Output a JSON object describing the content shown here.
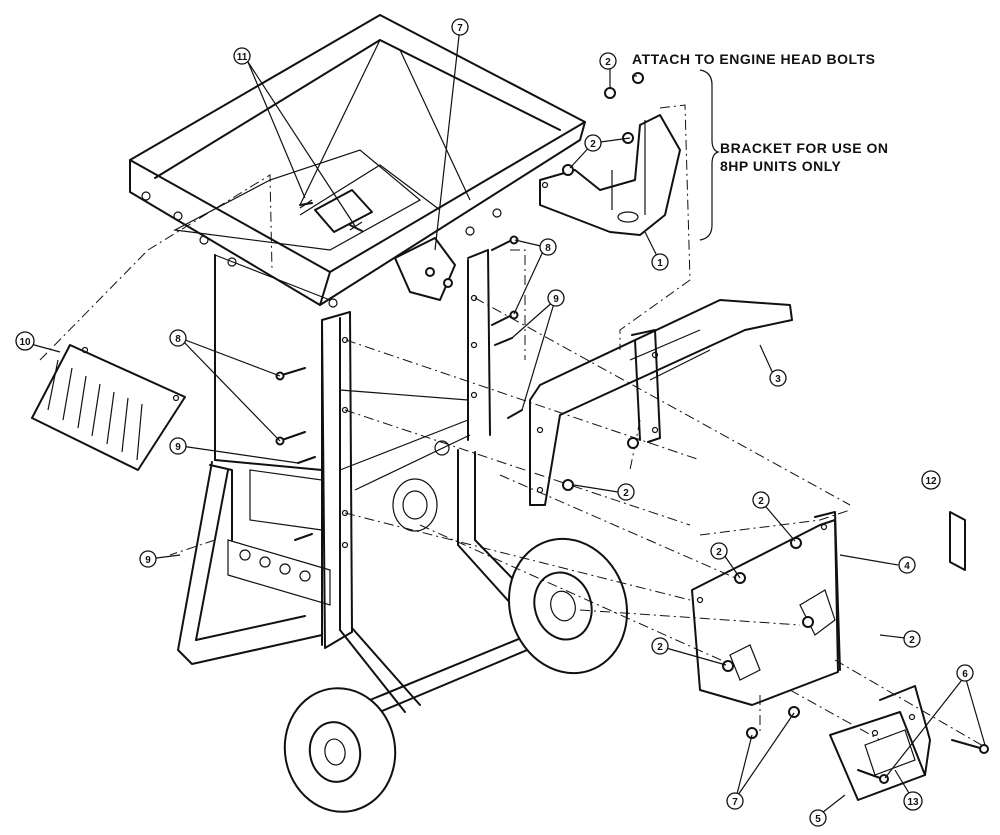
{
  "notes": {
    "attach": "ATTACH TO ENGINE HEAD BOLTS",
    "bracket_line1": "BRACKET FOR USE ON",
    "bracket_line2": "8HP UNITS ONLY"
  },
  "callouts": [
    {
      "id": "c-11",
      "label": "11"
    },
    {
      "id": "c-7-top",
      "label": "7"
    },
    {
      "id": "c-2-bolt-a",
      "label": "2"
    },
    {
      "id": "c-2-bolt-b",
      "label": "2"
    },
    {
      "id": "c-1",
      "label": "1"
    },
    {
      "id": "c-8-right",
      "label": "8"
    },
    {
      "id": "c-9-right",
      "label": "9"
    },
    {
      "id": "c-3",
      "label": "3"
    },
    {
      "id": "c-10",
      "label": "10"
    },
    {
      "id": "c-8-left",
      "label": "8"
    },
    {
      "id": "c-9-left",
      "label": "9"
    },
    {
      "id": "c-2-mid",
      "label": "2"
    },
    {
      "id": "c-12",
      "label": "12"
    },
    {
      "id": "c-2-guard-top",
      "label": "2"
    },
    {
      "id": "c-2-guard-left",
      "label": "2"
    },
    {
      "id": "c-4",
      "label": "4"
    },
    {
      "id": "c-9-lower",
      "label": "9"
    },
    {
      "id": "c-2-guard-side",
      "label": "2"
    },
    {
      "id": "c-2-right",
      "label": "2"
    },
    {
      "id": "c-6",
      "label": "6"
    },
    {
      "id": "c-7-bottom",
      "label": "7"
    },
    {
      "id": "c-5",
      "label": "5"
    },
    {
      "id": "c-13",
      "label": "13"
    }
  ]
}
